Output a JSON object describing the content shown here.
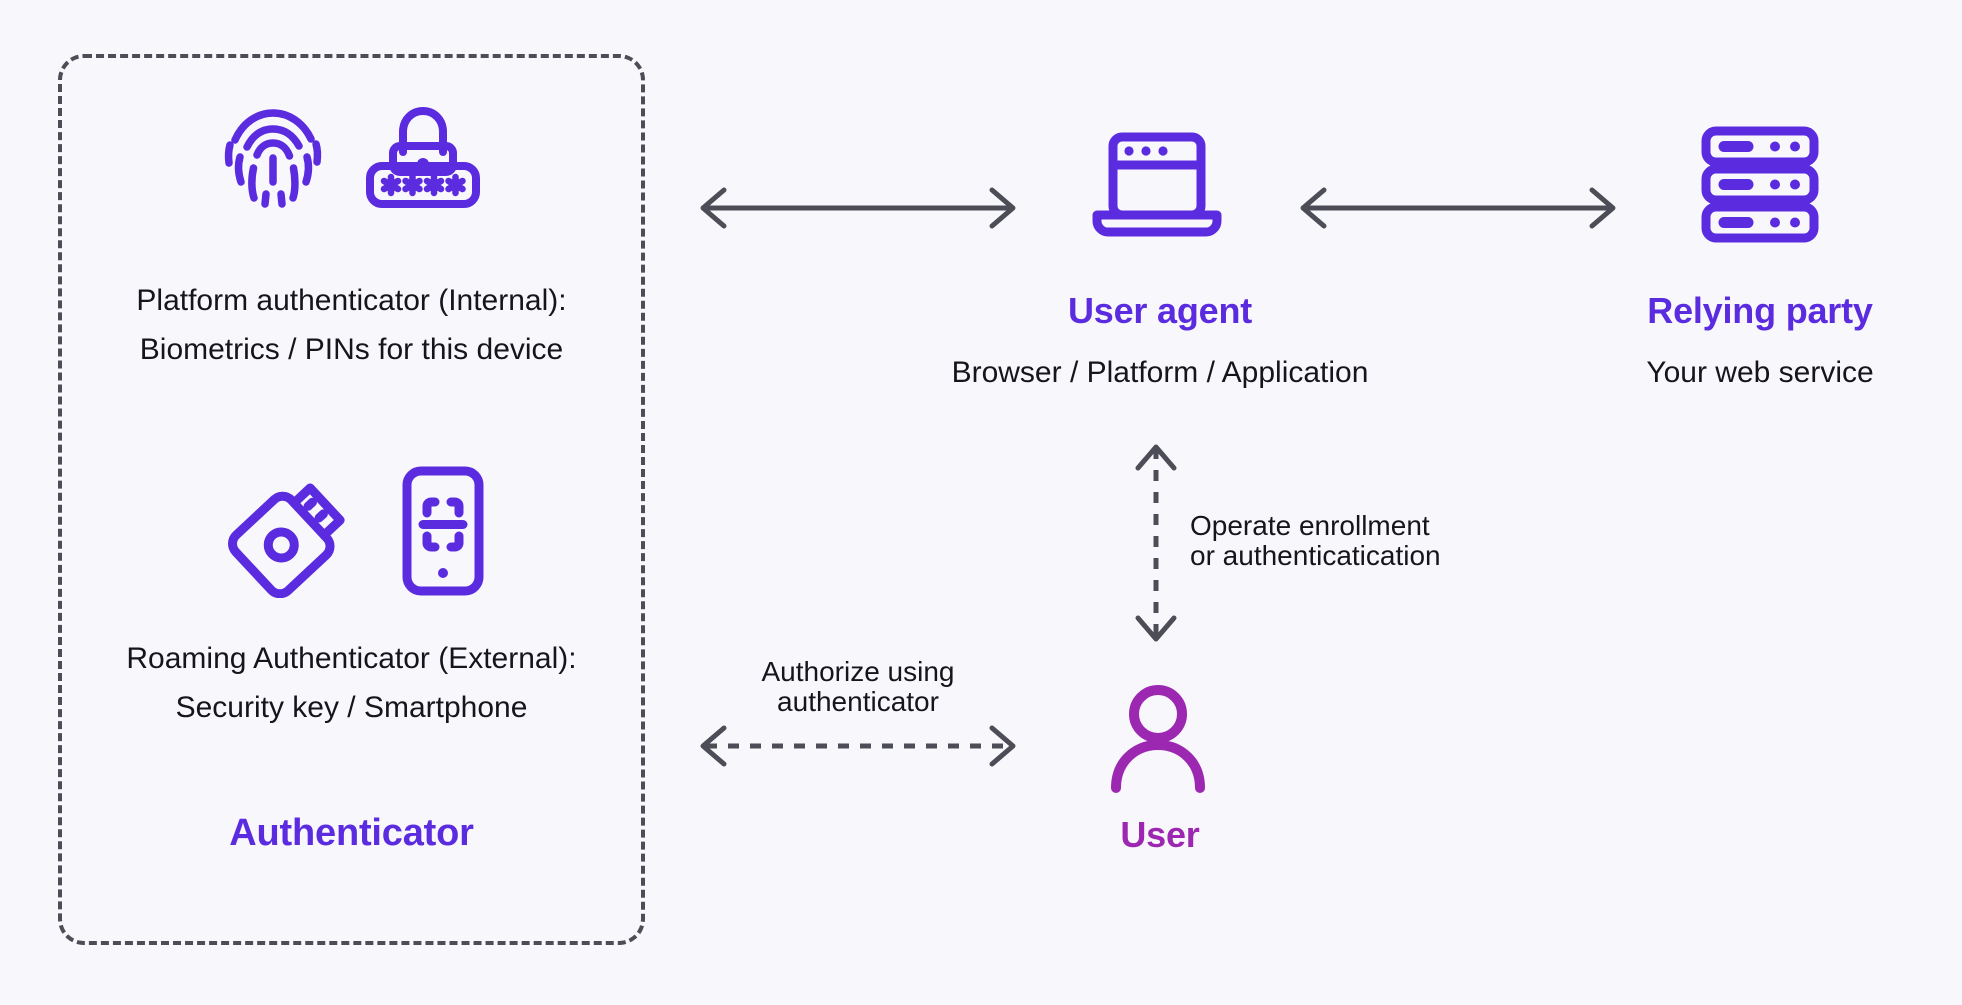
{
  "diagram": {
    "background_color": "#f8f8fc",
    "accent_purple": "#5b2be0",
    "accent_magenta": "#9c28b2",
    "arrow_color": "#4d4d57",
    "authenticator": {
      "title": "Authenticator",
      "platform": {
        "line1": "Platform authenticator (Internal):",
        "line2": "Biometrics / PINs for this device",
        "icons": [
          "fingerprint-icon",
          "password-lock-icon"
        ]
      },
      "roaming": {
        "line1": "Roaming Authenticator (External):",
        "line2": "Security key / Smartphone",
        "icons": [
          "usb-security-key-icon",
          "smartphone-biometric-icon"
        ]
      }
    },
    "user_agent": {
      "title": "User agent",
      "subtitle": "Browser / Platform / Application",
      "icon": "laptop-icon"
    },
    "relying_party": {
      "title": "Relying party",
      "subtitle": "Your web service",
      "icon": "server-stack-icon"
    },
    "user": {
      "title": "User",
      "icon": "person-icon"
    },
    "connections": [
      {
        "name": "authenticator-to-user-agent",
        "style": "solid",
        "direction": "bidirectional",
        "label": ""
      },
      {
        "name": "user-agent-to-relying-party",
        "style": "solid",
        "direction": "bidirectional",
        "label": ""
      },
      {
        "name": "user-to-user-agent",
        "style": "dashed",
        "direction": "bidirectional",
        "label_line1": "Operate enrollment",
        "label_line2": "or authenticatication"
      },
      {
        "name": "user-to-authenticator",
        "style": "dashed",
        "direction": "bidirectional",
        "label_line1": "Authorize using",
        "label_line2": "authenticator"
      }
    ]
  }
}
